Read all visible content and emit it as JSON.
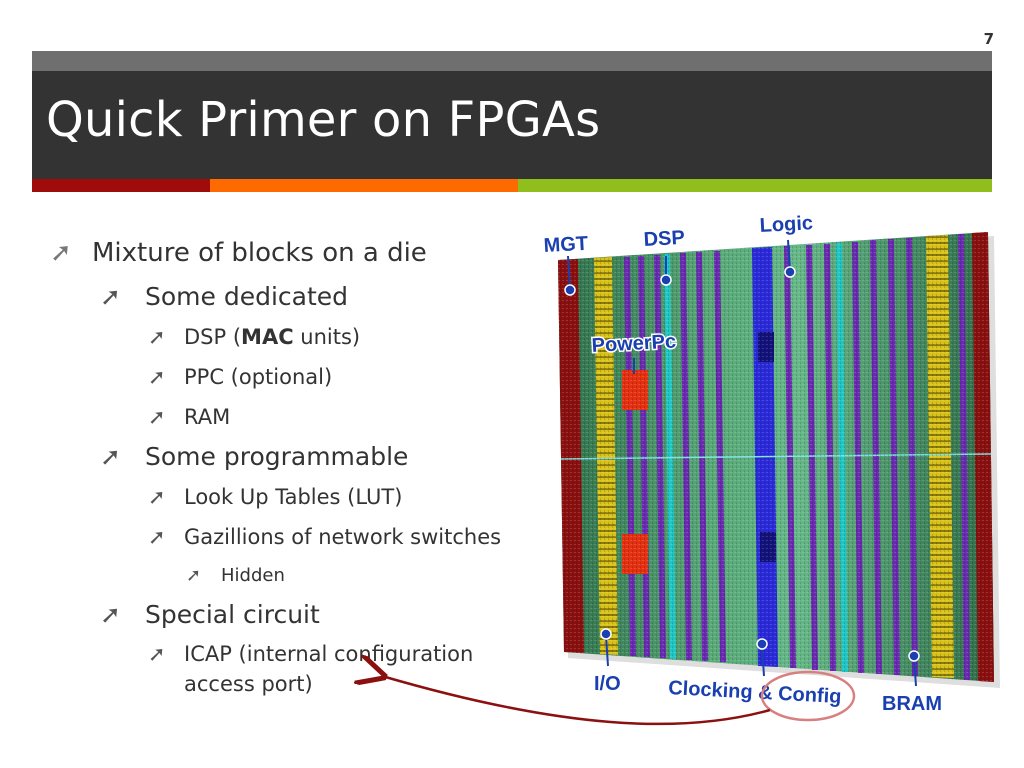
{
  "slide": {
    "page_number": "7",
    "title": "Quick Primer on FPGAs"
  },
  "bullets": {
    "b1": "Mixture of blocks on a die",
    "b1_1": "Some dedicated",
    "b1_1_1_pre": "DSP (",
    "b1_1_1_bold": "MAC",
    "b1_1_1_post": " units)",
    "b1_1_2": "PPC (optional)",
    "b1_1_3": "RAM",
    "b1_2": "Some programmable",
    "b1_2_1": "Look Up Tables (LUT)",
    "b1_2_2": "Gazillions of network switches",
    "b1_2_2_1": "Hidden",
    "b1_3": "Special circuit",
    "b1_3_1_a": "ICAP (internal configuration",
    "b1_3_1_b": "access port)"
  },
  "diagram_labels": {
    "mgt": "MGT",
    "dsp": "DSP",
    "logic": "Logic",
    "powerpc": "PowerPc",
    "io": "I/O",
    "clocking": "Clocking & Config",
    "bram": "BRAM"
  },
  "colors": {
    "title_band": "#333333",
    "stripe_red": "#a00c0c",
    "stripe_orange": "#ff6a00",
    "stripe_green": "#8fbe1d",
    "label_blue": "#1a3fb0",
    "arrow_red": "#8b1010"
  }
}
